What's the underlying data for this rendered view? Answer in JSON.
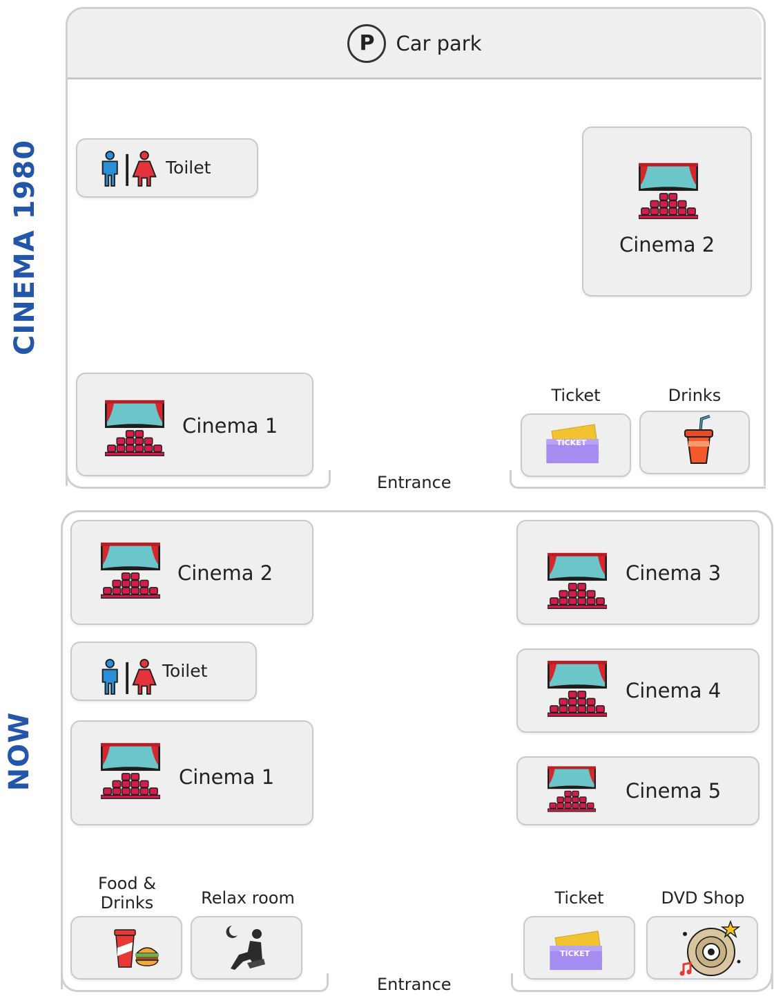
{
  "eras": {
    "past": "CINEMA 1980",
    "now": "NOW"
  },
  "top": {
    "carpark": {
      "symbol": "P",
      "label": "Car park"
    },
    "toilet": "Toilet",
    "cinema1": "Cinema 1",
    "cinema2": "Cinema 2",
    "ticket_caption": "Ticket",
    "ticket_text": "TICKET",
    "drinks_caption": "Drinks",
    "entrance": "Entrance"
  },
  "bottom": {
    "cinema1": "Cinema 1",
    "cinema2": "Cinema 2",
    "cinema3": "Cinema 3",
    "cinema4": "Cinema 4",
    "cinema5": "Cinema 5",
    "toilet": "Toilet",
    "food_caption_1": "Food &",
    "food_caption_2": "Drinks",
    "relax_caption": "Relax room",
    "ticket_caption": "Ticket",
    "ticket_text": "TICKET",
    "dvd_caption": "DVD Shop",
    "entrance": "Entrance"
  },
  "colors": {
    "era_text": "#2356a8",
    "screen": "#6cc5c8",
    "curtain": "#d7262c",
    "seats": "#d31d4a",
    "ticket": "#a58cf0",
    "toilet_man": "#2a8fd6",
    "toilet_woman": "#e3343c"
  }
}
